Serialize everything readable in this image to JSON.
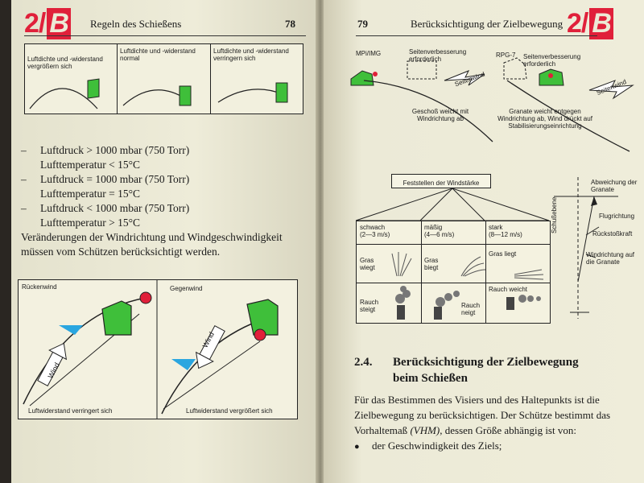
{
  "left_page": {
    "mark": "2/",
    "mark_b": "B",
    "header_title": "Regeln des Schießens",
    "page_number": "78",
    "top_panels": [
      "Luftdichte und -widerstand vergrößern sich",
      "Luftdichte und -widerstand normal",
      "Luftdichte und -widerstand verringern sich"
    ],
    "conditions": [
      {
        "dash": "–",
        "line1": "Luftdruck > 1000 mbar (750 Torr)",
        "line2": "Lufttemperatur < 15°C"
      },
      {
        "dash": "–",
        "line1": "Luftdruck = 1000 mbar (750 Torr)",
        "line2": "Lufttemperatur = 15°C"
      },
      {
        "dash": "–",
        "line1": "Luftdruck < 1000 mbar (750 Torr)",
        "line2": "Lufttemperatur > 15°C"
      }
    ],
    "paragraph_1": "Veränderungen der Windrichtung und Windgeschwindigkeit",
    "paragraph_2": "müssen vom Schützen berücksichtigt werden.",
    "wind_panel": {
      "left_title": "Rückenwind",
      "right_title": "Gegenwind",
      "wind_label": "Wind",
      "left_caption": "Luftwiderstand verringert sich",
      "right_caption": "Luftwiderstand vergrößert sich"
    }
  },
  "right_page": {
    "page_number": "79",
    "header_title": "Berücksichtigung der Zielbewegung",
    "mark": "2/",
    "mark_b": "B",
    "top_diagram": {
      "weapon_left": "MPi/IMG",
      "correction_left": "Seitenverbesserung erforderlich",
      "wind_left": "Seitenwind",
      "bullet_caption": "Geschoß weicht mit Windrichtung ab",
      "weapon_right": "RPG-7",
      "correction_right": "Seitenverbesserung erforderlich",
      "wind_right": "Seitenwind",
      "grenade_caption": "Granate weicht entgegen Windrichtung ab, Wind drückt auf Stabilisierungseinrichtung"
    },
    "wind_strength": {
      "title": "Feststellen der Windstärke",
      "columns": [
        {
          "name": "schwach",
          "range": "(2—3 m/s)",
          "item1": "Gras wiegt",
          "item2": "Rauch steigt"
        },
        {
          "name": "mäßig",
          "range": "(4—6 m/s)",
          "item1": "Gras biegt",
          "item2": "Rauch neigt"
        },
        {
          "name": "stark",
          "range": "(8—12 m/s)",
          "item1": "Gras liegt",
          "item2": "Rauch weicht"
        }
      ]
    },
    "deviation": {
      "title": "Abweichung der Granate",
      "axis": "Schußebene",
      "flight": "Flugrichtung",
      "recoil": "Rückstoßkraft",
      "wind": "Windrichtung auf die Granate"
    },
    "section_number": "2.4.",
    "section_title_1": "Berücksichtigung der Zielbewegung",
    "section_title_2": "beim Schießen",
    "body_1": "Für das Bestimmen des Visiers und des Haltepunkts ist die",
    "body_2": "Zielbewegung zu berücksichtigen. Der Schütze bestimmt das",
    "body_3a": "Vorhaltemaß ",
    "body_3b": "(VHM)",
    "body_3c": ", dessen Größe abhängig ist von:",
    "bullet": "●",
    "bullet_text": "der Geschwindigkeit des Ziels;"
  },
  "colors": {
    "green": "#3fbf3a",
    "red": "#e0203a",
    "blue": "#2aa6e0"
  }
}
